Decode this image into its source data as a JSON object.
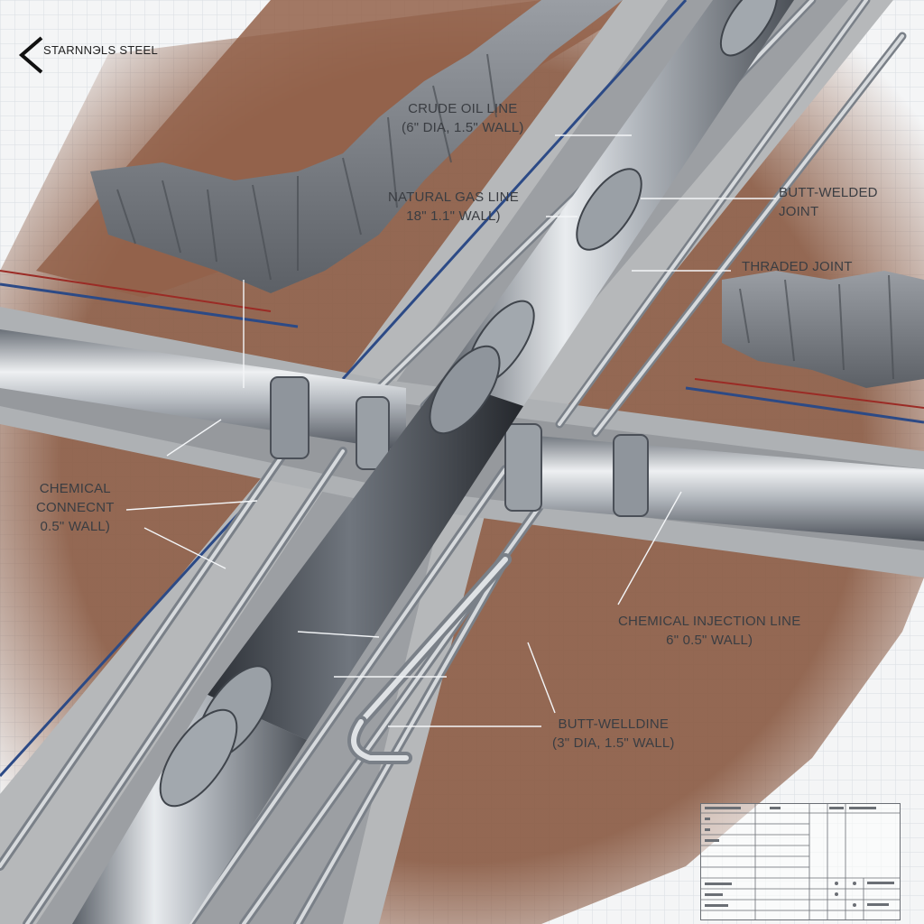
{
  "header": {
    "material": "STARNNЭLS STEEL",
    "back_icon": "chevron-left-icon"
  },
  "labels": {
    "crude_oil": {
      "line1": "CRUDE OIL LINE",
      "line2": "(6\" DIA, 1.5\" WALL)"
    },
    "natural_gas": {
      "line1": "NATURAL GAS LINE",
      "line2": "18\" 1.1\" WALL)"
    },
    "butt_welded_joint": {
      "line1": "BUTT-WELDED",
      "line2": "JOINT"
    },
    "threaded_joint": {
      "line1": "THRADED JOINT"
    },
    "chemical_connect": {
      "line1": "CHEMICAL",
      "line2": "CONNECNT",
      "line3": "0.5\" WALL)"
    },
    "chemical_injection": {
      "line1": "CHEMICAL INJECTION LINE",
      "line2": "6\" 0.5\" WALL)"
    },
    "butt_weld_line": {
      "line1": "BUTT-WELLDINE",
      "line2": "(3\" DIA, 1.5\" WALL)"
    }
  },
  "colors": {
    "soil": "#8a5a43",
    "concrete": "#b9bbbd",
    "steel": "#a7adb4",
    "rock": "#7d8186",
    "blue_cable": "#2c4a86",
    "red_cable": "#9b2b25",
    "grid": "#d6dadf"
  }
}
